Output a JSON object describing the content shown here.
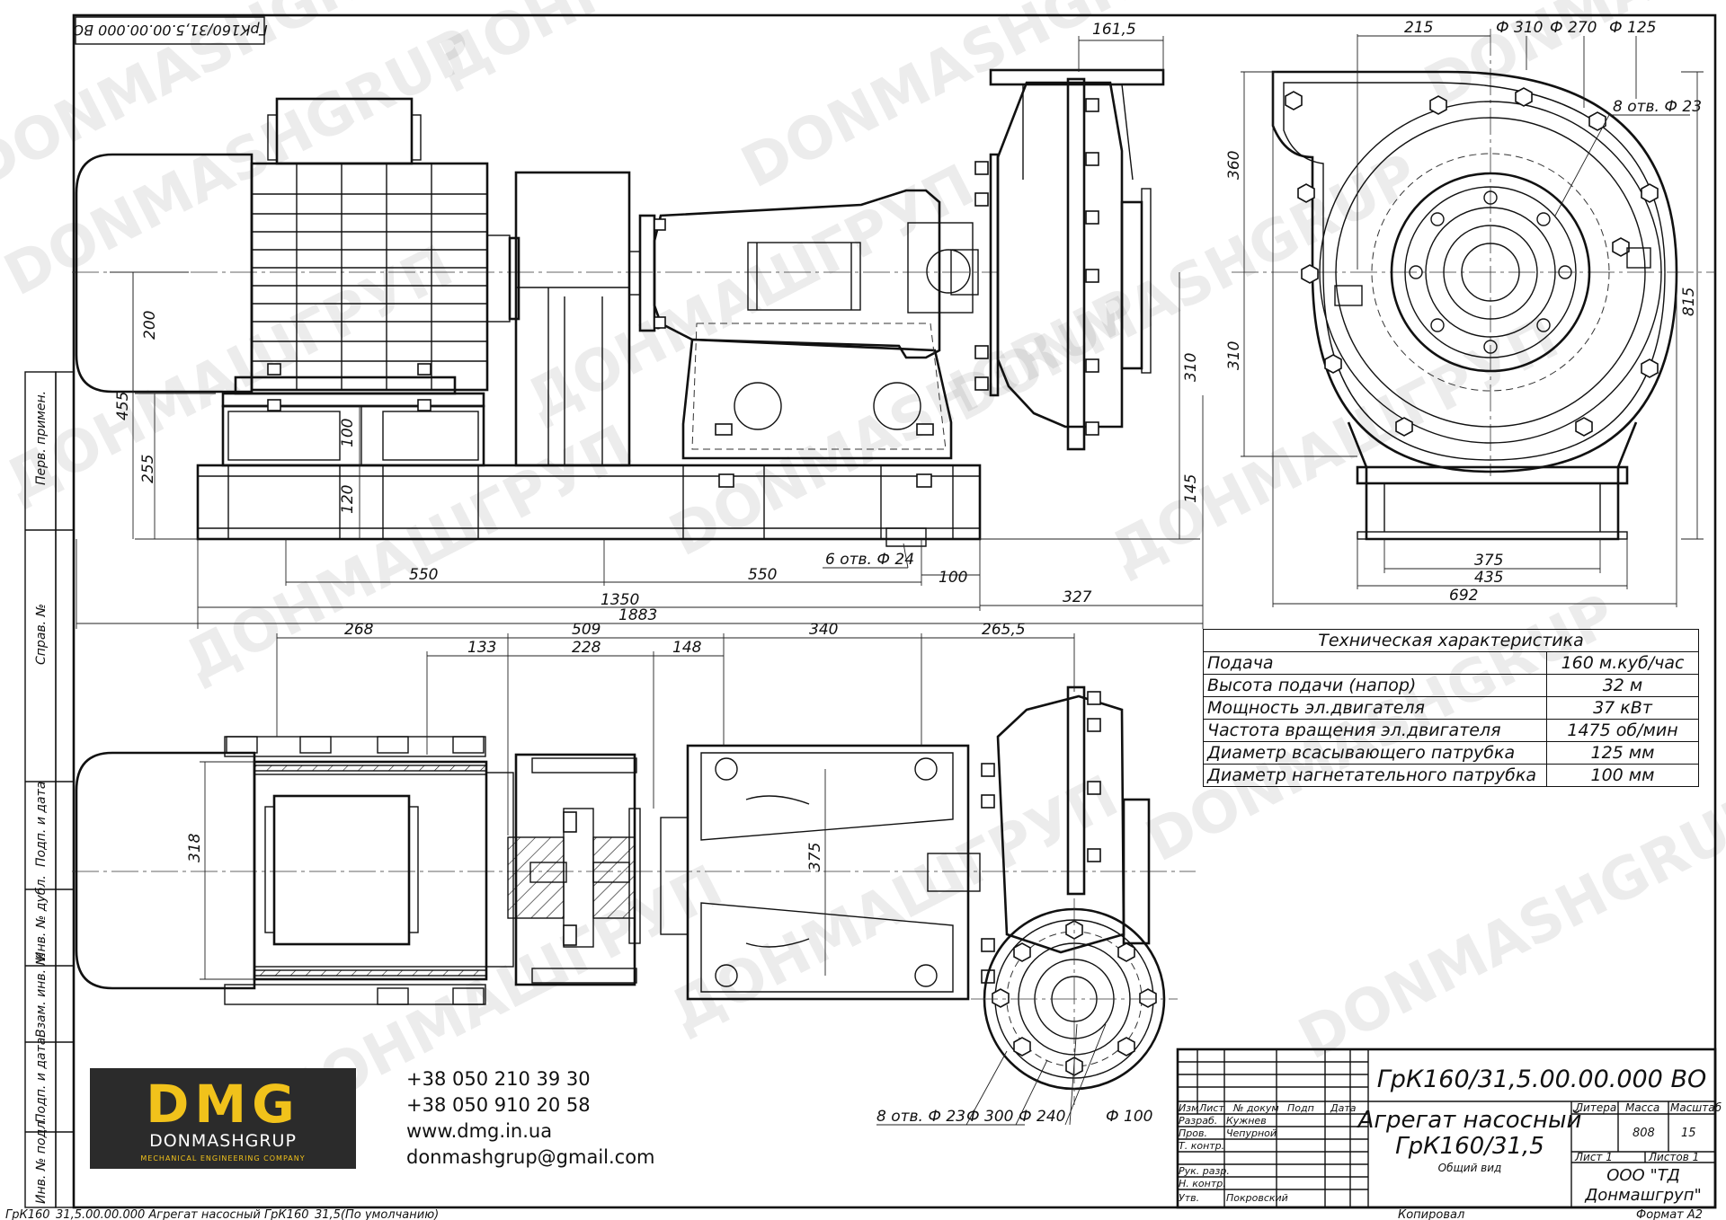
{
  "watermarks": {
    "lat": "DONMASHGRUP",
    "cyr": "ДОНМАШГРУП"
  },
  "frame": {
    "top_code": "ГрК160/31,5.00.00.000 ВО",
    "footer_left": "ГрК160_31,5.00.00.000 Агрегат насосный ГрК160_31,5(По умолчанию)",
    "footer_copied": "Копировал",
    "footer_format": "Формат А2",
    "side_labels": [
      "Перв. примен.",
      "Справ. №",
      "Подп. и дата",
      "Инв. № дубл.",
      "Взам. инв. №",
      "Подп. и дата",
      "Инв. № подл."
    ]
  },
  "dimensions": {
    "side_view": [
      "161,5",
      "200",
      "455",
      "255",
      "100",
      "120",
      "310",
      "145",
      "550",
      "1350",
      "550",
      "6 отв. Ф 24",
      "100",
      "1883",
      "327"
    ],
    "front_view": [
      "215",
      "Ф 310",
      "Ф 270",
      "Ф 125",
      "8 отв. Ф 23",
      "360",
      "310",
      "815",
      "375",
      "435",
      "692"
    ],
    "plan_view": [
      "268",
      "133",
      "509",
      "228",
      "148",
      "340",
      "265,5",
      "318",
      "375",
      "8 отв. Ф 23",
      "Ф 300",
      "Ф 240",
      "Ф 100"
    ]
  },
  "spec_table": {
    "title": "Техническая характеристика",
    "rows": [
      {
        "param": "Подача",
        "value": "160 м.куб/час"
      },
      {
        "param": "Высота подачи (напор)",
        "value": "32 м"
      },
      {
        "param": "Мощность эл.двигателя",
        "value": "37 кВт"
      },
      {
        "param": "Частота вращения эл.двигателя",
        "value": "1475 об/мин"
      },
      {
        "param": "Диаметр всасывающего патрубка",
        "value": "125 мм"
      },
      {
        "param": "Диаметр нагнетательного патрубка",
        "value": "100 мм"
      }
    ]
  },
  "title_block": {
    "designation": "ГрК160/31,5.00.00.000 ВО",
    "name_line1": "Агрегат насосный",
    "name_line2": "ГрК160/31,5",
    "view_type": "Общий вид",
    "col_izm": "Изм",
    "col_list": "Лист",
    "col_doc": "№ докум",
    "col_sign": "Подп",
    "col_date": "Дата",
    "row_razrab": "Разраб.",
    "name_razrab": "Кужнев",
    "row_prov": "Пров.",
    "name_prov": "Чепурной",
    "row_tkontr": "Т. контр.",
    "row_ruk": "Рук. разр.",
    "row_nkontr": "Н. контр.",
    "row_utv": "Утв.",
    "name_utv": "Покровский",
    "lit_label": "Литера",
    "mass_label": "Масса",
    "scale_label": "Масштаб",
    "mass_value": "808",
    "scale_value": "15",
    "sheet_label": "Лист 1",
    "sheets_label": "Листов 1",
    "org_line1": "ООО \"ТД",
    "org_line2": "Донмашгруп\""
  },
  "logo": {
    "mark": "DMG",
    "name": "DONMASHGRUP",
    "tagline": "MECHANICAL ENGINEERING COMPANY",
    "brand_color": "#f1c21b",
    "bg_color": "#2b2b2b"
  },
  "contacts": {
    "phone1": "+38 050 210 39 30",
    "phone2": "+38 050 910 20 58",
    "website": "www.dmg.in.ua",
    "email": "donmashgrup@gmail.com"
  }
}
